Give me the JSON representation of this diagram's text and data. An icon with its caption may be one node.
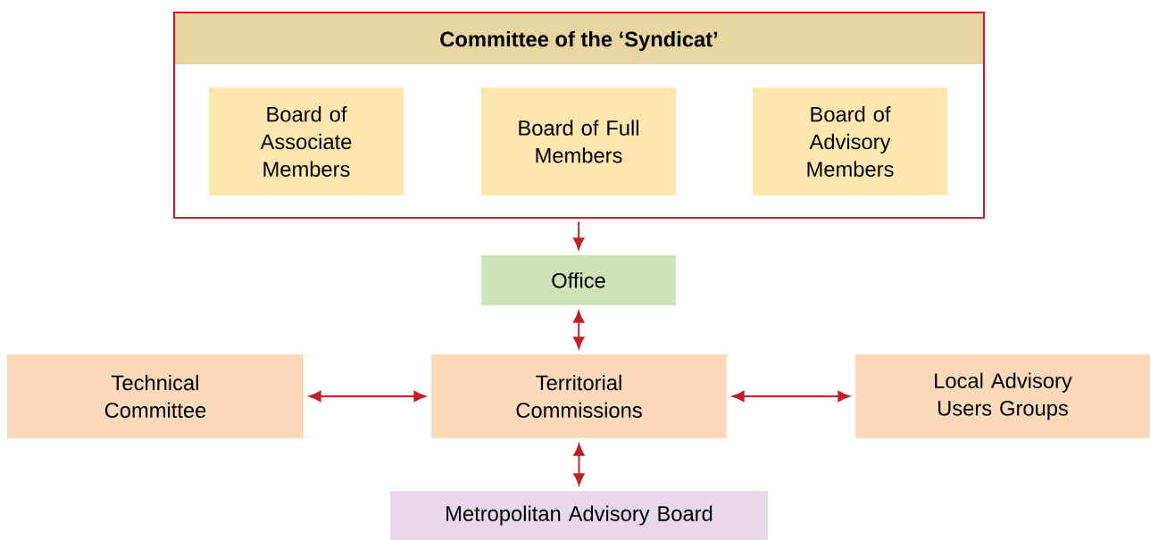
{
  "diagram": {
    "nodes": [
      {
        "text": [
          "Committee of the ‘Syndicat’"
        ]
      },
      {
        "text": [
          "Board of Associate Members"
        ],
        "in": 0
      },
      {
        "text": [
          "Board of Full Members"
        ],
        "in": 0
      },
      {
        "text": [
          "Board of Advisory Members"
        ],
        "in": 0
      },
      {
        "text": [
          "Office"
        ]
      },
      {
        "text": [
          "Technical Committee"
        ]
      },
      {
        "text": [
          "Territorial Commissions"
        ]
      },
      {
        "text": [
          "Local Advisory Users Groups"
        ]
      },
      {
        "text": [
          "Metropolitan Advisory Board"
        ]
      }
    ],
    "edges": [
      {
        "from": 0,
        "to": 4,
        "arrow": "to"
      },
      {
        "from": 4,
        "to": 6,
        "arrow": "both"
      },
      {
        "from": 5,
        "to": 6,
        "arrow": "both"
      },
      {
        "from": 6,
        "to": 7,
        "arrow": "both"
      },
      {
        "from": 6,
        "to": 8,
        "arrow": "both"
      }
    ]
  }
}
